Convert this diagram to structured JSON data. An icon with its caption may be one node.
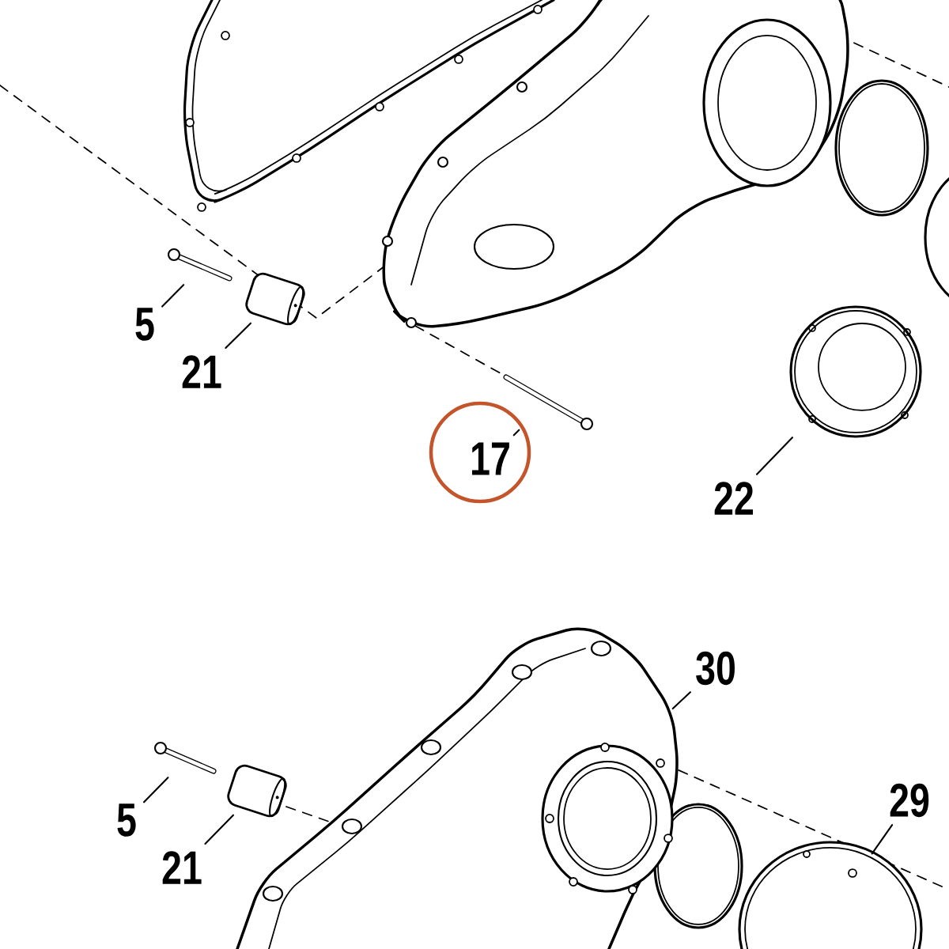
{
  "diagram": {
    "nodes": [
      {
        "text": [
          "5"
        ]
      },
      {
        "text": [],
        "shape": "picture"
      },
      {
        "text": [
          "21"
        ]
      },
      {
        "text": [],
        "shape": "picture"
      },
      {
        "text": [
          "17"
        ]
      },
      {
        "text": [],
        "shape": "picture"
      },
      {
        "text": [
          "22"
        ]
      },
      {
        "text": [],
        "shape": "picture"
      },
      {
        "text": [
          "30"
        ]
      },
      {
        "text": [],
        "shape": "picture"
      },
      {
        "text": [
          "29"
        ]
      },
      {
        "text": [],
        "shape": "picture"
      },
      {
        "text": [
          "5"
        ]
      },
      {
        "text": [],
        "shape": "picture"
      },
      {
        "text": [
          "21"
        ]
      },
      {
        "text": [],
        "shape": "picture"
      }
    ],
    "edges": [
      {
        "from": 0,
        "to": 1,
        "arrow": "none"
      },
      {
        "from": 2,
        "to": 3,
        "arrow": "none"
      },
      {
        "from": 4,
        "to": 5,
        "arrow": "none"
      },
      {
        "from": 6,
        "to": 7,
        "arrow": "none"
      },
      {
        "from": 8,
        "to": 9,
        "arrow": "none"
      },
      {
        "from": 10,
        "to": 11,
        "arrow": "none"
      },
      {
        "from": 12,
        "to": 13,
        "arrow": "none"
      },
      {
        "from": 14,
        "to": 15,
        "arrow": "none"
      }
    ]
  }
}
